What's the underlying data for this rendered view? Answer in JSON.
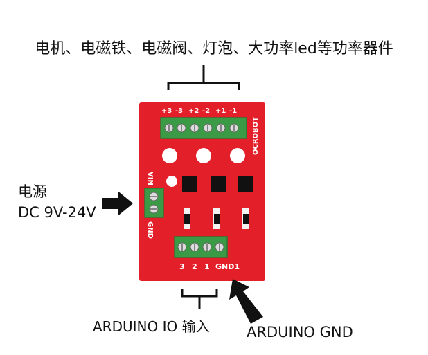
{
  "labels": {
    "top": "电机、电磁铁、电磁阀、灯泡、大功率led等功率器件",
    "power_line1": "电源",
    "power_line2": "DC 9V-24V",
    "arduino_io": "ARDUINO  IO 输入",
    "arduino_gnd": "ARDUINO GND"
  },
  "board": {
    "brand": "OCROBOT",
    "output_pins": [
      "+3",
      "-3",
      "+2",
      "-2",
      "+1",
      "-1"
    ],
    "vin_label": "VIN",
    "gnd_label": "GND",
    "input_pins": [
      "3",
      "2",
      "1",
      "GND1"
    ]
  },
  "colors": {
    "board": "#e3202a",
    "terminal": "#3a9a45",
    "arrow": "#111111"
  },
  "icons": {
    "power_arrow": "arrow-right-icon",
    "gnd_arrow": "arrow-up-left-icon",
    "top_bracket": "bracket-down-icon",
    "io_bracket": "bracket-up-icon"
  }
}
